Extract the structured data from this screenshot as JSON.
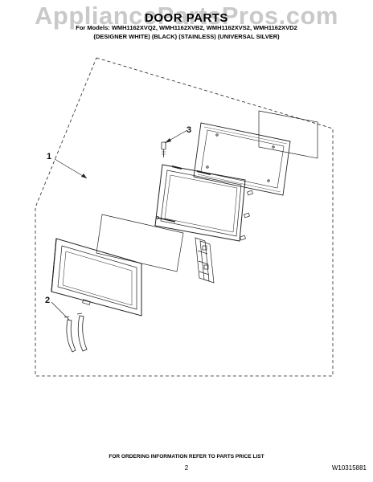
{
  "watermark": "AppliancePartsPros.com",
  "header": {
    "title": "DOOR PARTS",
    "models": "For Models: WMH1162XVQ2, WMH1162XVB2, WMH1162XVS2, WMH1162XVD2",
    "colors": "(DESIGNER WHITE)     (BLACK)          (STAINLESS) (UNIVERSAL SILVER)"
  },
  "callouts": [
    "1",
    "2",
    "3"
  ],
  "footer": {
    "note": "FOR ORDERING INFORMATION REFER TO PARTS PRICE LIST",
    "page_number": "2",
    "doc_number": "W10315881"
  }
}
